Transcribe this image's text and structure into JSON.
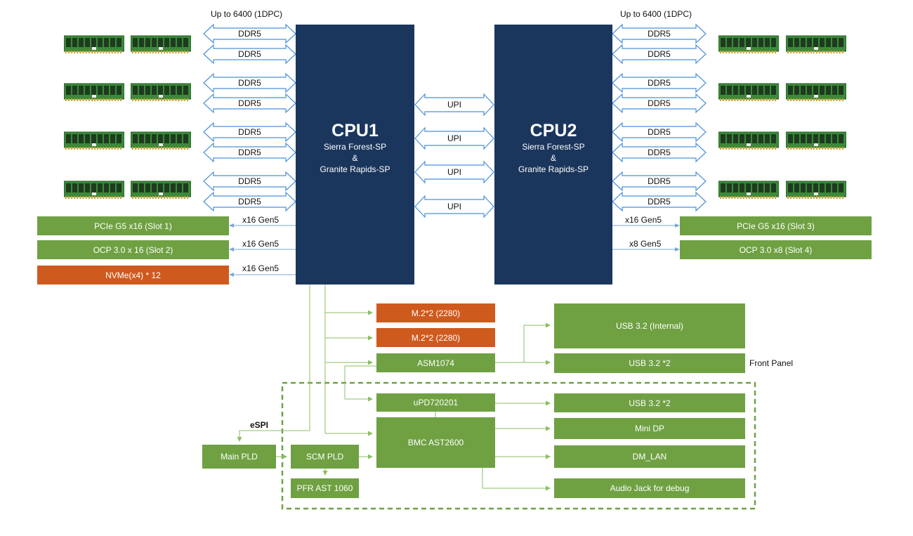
{
  "memory": {
    "speed_label_left": "Up to 6400 (1DPC)",
    "speed_label_right": "Up to 6400 (1DPC)",
    "channel_label": "DDR5"
  },
  "cpu1": {
    "name": "CPU1",
    "line1": "Sierra Forest-SP",
    "line2": "&",
    "line3": "Granite Rapids-SP"
  },
  "cpu2": {
    "name": "CPU2",
    "line1": "Sierra Forest-SP",
    "line2": "&",
    "line3": "Granite Rapids-SP"
  },
  "upi": {
    "label": "UPI"
  },
  "left_slots": [
    {
      "label": "PCIe G5 x16 (Slot 1)",
      "link": "x16 Gen5"
    },
    {
      "label": "OCP 3.0 x 16 (Slot 2)",
      "link": "x16 Gen5"
    },
    {
      "label": "NVMe(x4) * 12",
      "link": "x16 Gen5"
    }
  ],
  "right_slots": [
    {
      "label": "PCIe G5 x16 (Slot 3)",
      "link": "x16 Gen5"
    },
    {
      "label": "OCP 3.0 x8 (Slot 4)",
      "link": "x8 Gen5"
    }
  ],
  "chipset": {
    "m2_a": "M.2*2 (2280)",
    "m2_b": "M.2*2 (2280)",
    "asm": "ASM1074",
    "upd": "uPD720201",
    "bmc": "BMC AST2600",
    "main_pld": "Main PLD",
    "scm_pld": "SCM PLD",
    "pfr": "PFR AST 1060",
    "espi": "eSPI"
  },
  "usb": {
    "internal": "USB 3.2 (Internal)",
    "front": "USB 3.2 *2",
    "front_panel": "Front Panel",
    "rear": "USB 3.2 *2"
  },
  "bmc_outputs": {
    "mini_dp": "Mini DP",
    "dm_lan": "DM_LAN",
    "audio": "Audio Jack for debug"
  },
  "colors": {
    "cpu": "#1b365d",
    "green": "#6fa142",
    "orange": "#cf5a1e",
    "arrow": "#4a90d9",
    "dashed": "#6fa142"
  }
}
